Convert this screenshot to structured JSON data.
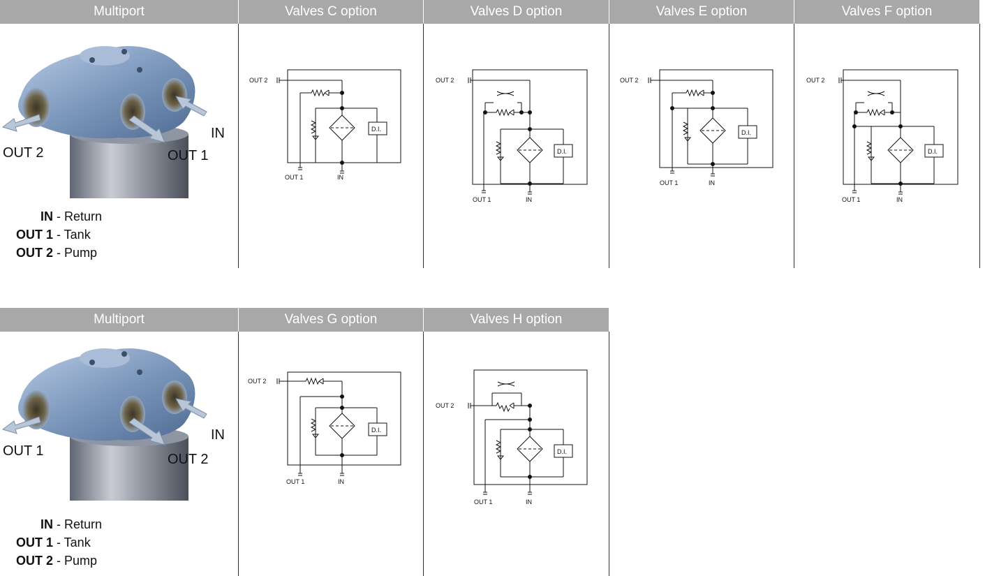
{
  "sections": [
    {
      "headers": {
        "multiport": "Multiport",
        "c": "Valves C option",
        "d": "Valves D option",
        "e": "Valves E option",
        "f": "Valves F option"
      },
      "photo_labels": {
        "left": "OUT 2",
        "center": "OUT 1",
        "right": "IN"
      },
      "legend": [
        {
          "key": "IN",
          "value": "Return"
        },
        {
          "key": "OUT 1",
          "value": "Tank"
        },
        {
          "key": "OUT 2",
          "value": "Pump"
        }
      ]
    },
    {
      "headers": {
        "multiport": "Multiport",
        "g": "Valves G option",
        "h": "Valves H option"
      },
      "photo_labels": {
        "left": "OUT 1",
        "center": "OUT 2",
        "right": "IN"
      },
      "legend": [
        {
          "key": "IN",
          "value": "Return"
        },
        {
          "key": "OUT 1",
          "value": "Tank"
        },
        {
          "key": "OUT 2",
          "value": "Pump"
        }
      ]
    }
  ],
  "schematic_labels": {
    "out2": "OUT 2",
    "out1": "OUT 1",
    "in": "IN",
    "di": "D.I."
  },
  "legend_separator": " - "
}
